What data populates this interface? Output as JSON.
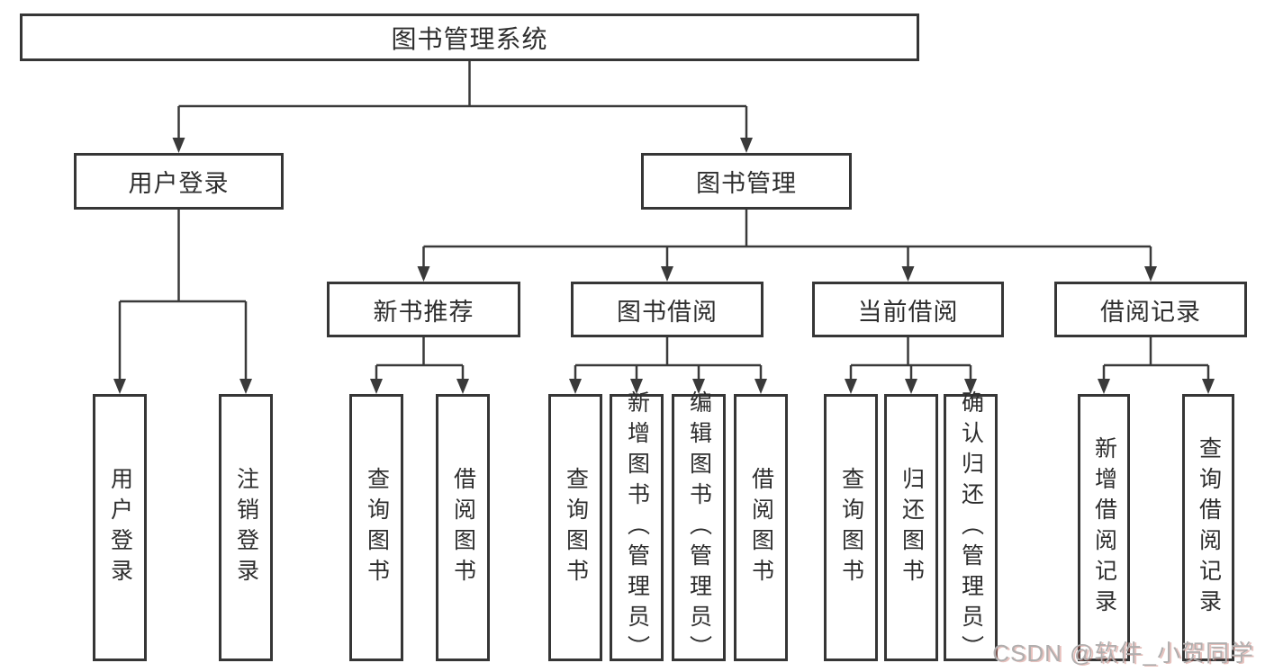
{
  "diagram": {
    "root": {
      "label": "图书管理系统"
    },
    "level2": [
      {
        "label": "用户登录"
      },
      {
        "label": "图书管理"
      }
    ],
    "level3": [
      {
        "label": "新书推荐"
      },
      {
        "label": "图书借阅"
      },
      {
        "label": "当前借阅"
      },
      {
        "label": "借阅记录"
      }
    ],
    "leaves": {
      "user_login": [
        "用户登录",
        "注销登录"
      ],
      "new_book": [
        "查询图书",
        "借阅图书"
      ],
      "book_borrow": [
        "查询图书",
        "新增图书（管理员）",
        "编辑图书（管理员）",
        "借阅图书"
      ],
      "current_borrow": [
        "查询图书",
        "归还图书",
        "确认归还（管理员）"
      ],
      "borrow_record": [
        "新增借阅记录",
        "查询借阅记录"
      ]
    }
  },
  "watermark": {
    "text": "CSDN @软件_小贺同学"
  },
  "colors": {
    "line": "#3a3a3a",
    "box_border": "#363636",
    "text": "#2e2e2e",
    "background": "#ffffff",
    "watermark": "#b0aeae"
  }
}
